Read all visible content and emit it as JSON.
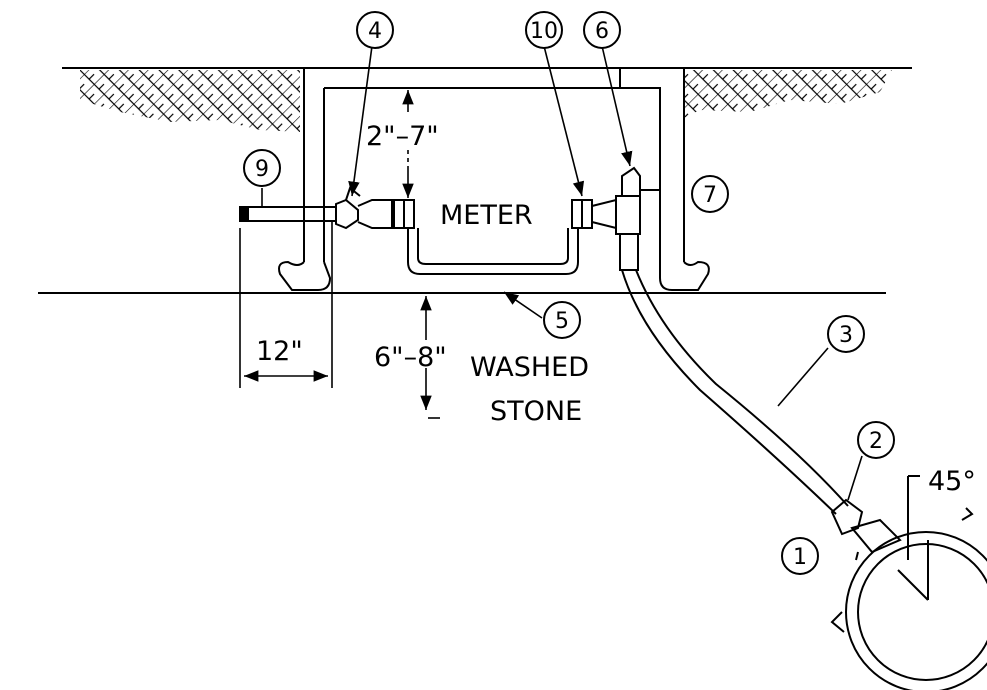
{
  "callouts": {
    "c1": "1",
    "c2": "2",
    "c3": "3",
    "c4": "4",
    "c5": "5",
    "c6": "6",
    "c7": "7",
    "c9": "9",
    "c10": "10"
  },
  "labels": {
    "meter": "METER",
    "depth_top": "2\"–7\"",
    "depth_bottom": "6\"–8\"",
    "washed": "WASHED",
    "stone": "STONE",
    "offset": "12\"",
    "angle": "45°"
  }
}
